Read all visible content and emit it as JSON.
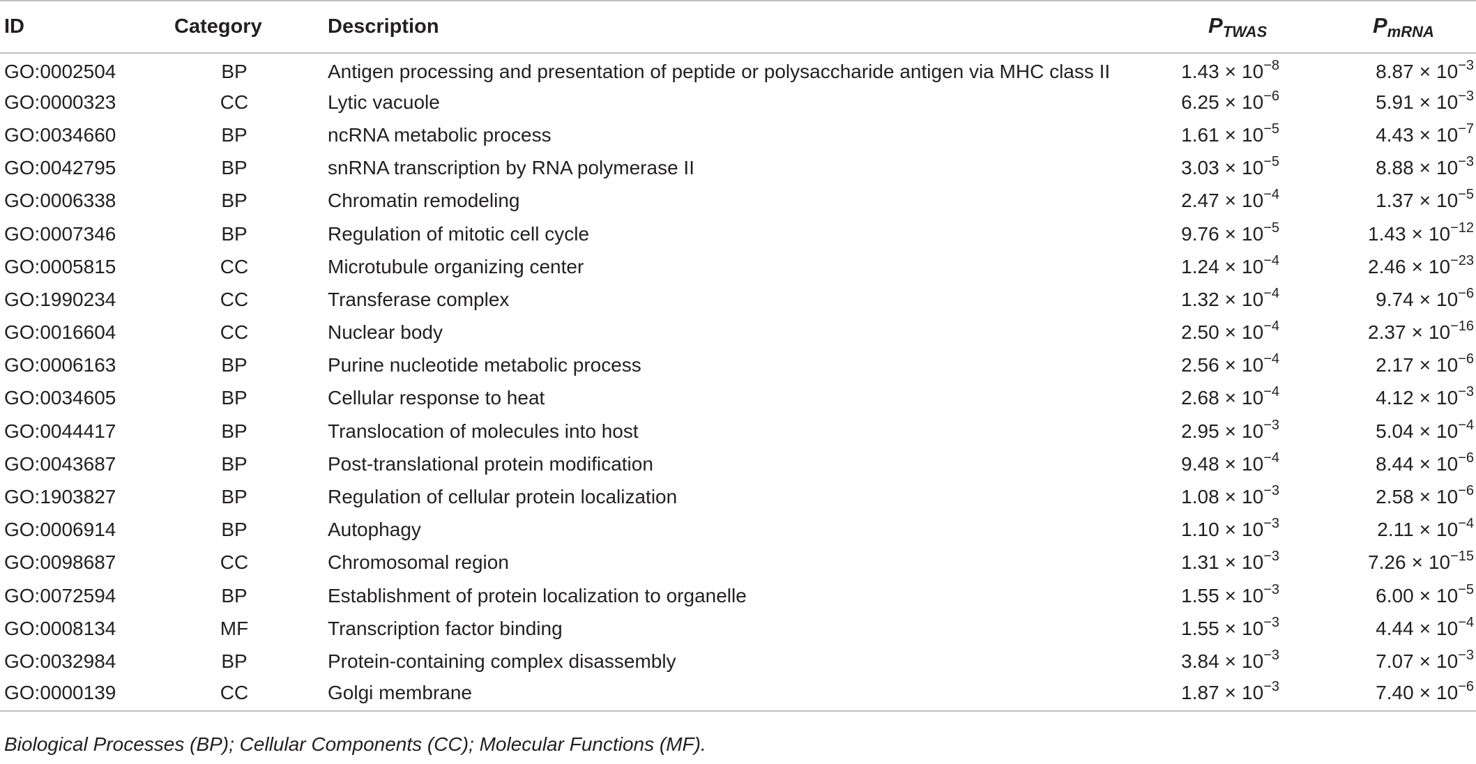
{
  "table": {
    "headers": {
      "id": "ID",
      "category": "Category",
      "description": "Description",
      "p_twas": {
        "symbol": "P",
        "subscript": "TWAS"
      },
      "p_mrna": {
        "symbol": "P",
        "subscript": "mRNA"
      }
    },
    "times_symbol": "×",
    "rows": [
      {
        "id": "GO:0002504",
        "category": "BP",
        "description": "Antigen processing and presentation of peptide or polysaccharide antigen via MHC class II",
        "p_twas": {
          "mantissa": "1.43",
          "base": "10",
          "exponent": "−8"
        },
        "p_mrna": {
          "mantissa": "8.87",
          "base": "10",
          "exponent": "−3"
        }
      },
      {
        "id": "GO:0000323",
        "category": "CC",
        "description": "Lytic vacuole",
        "p_twas": {
          "mantissa": "6.25",
          "base": "10",
          "exponent": "−6"
        },
        "p_mrna": {
          "mantissa": "5.91",
          "base": "10",
          "exponent": "−3"
        }
      },
      {
        "id": "GO:0034660",
        "category": "BP",
        "description": "ncRNA metabolic process",
        "p_twas": {
          "mantissa": "1.61",
          "base": "10",
          "exponent": "−5"
        },
        "p_mrna": {
          "mantissa": "4.43",
          "base": "10",
          "exponent": "−7"
        }
      },
      {
        "id": "GO:0042795",
        "category": "BP",
        "description": "snRNA transcription by RNA polymerase II",
        "p_twas": {
          "mantissa": "3.03",
          "base": "10",
          "exponent": "−5"
        },
        "p_mrna": {
          "mantissa": "8.88",
          "base": "10",
          "exponent": "−3"
        }
      },
      {
        "id": "GO:0006338",
        "category": "BP",
        "description": "Chromatin remodeling",
        "p_twas": {
          "mantissa": "2.47",
          "base": "10",
          "exponent": "−4"
        },
        "p_mrna": {
          "mantissa": "1.37",
          "base": "10",
          "exponent": "−5"
        }
      },
      {
        "id": "GO:0007346",
        "category": "BP",
        "description": "Regulation of mitotic cell cycle",
        "p_twas": {
          "mantissa": "9.76",
          "base": "10",
          "exponent": "−5"
        },
        "p_mrna": {
          "mantissa": "1.43",
          "base": "10",
          "exponent": "−12"
        }
      },
      {
        "id": "GO:0005815",
        "category": "CC",
        "description": "Microtubule organizing center",
        "p_twas": {
          "mantissa": "1.24",
          "base": "10",
          "exponent": "−4"
        },
        "p_mrna": {
          "mantissa": "2.46",
          "base": "10",
          "exponent": "−23"
        }
      },
      {
        "id": "GO:1990234",
        "category": "CC",
        "description": "Transferase complex",
        "p_twas": {
          "mantissa": "1.32",
          "base": "10",
          "exponent": "−4"
        },
        "p_mrna": {
          "mantissa": "9.74",
          "base": "10",
          "exponent": "−6"
        }
      },
      {
        "id": "GO:0016604",
        "category": "CC",
        "description": "Nuclear body",
        "p_twas": {
          "mantissa": "2.50",
          "base": "10",
          "exponent": "−4"
        },
        "p_mrna": {
          "mantissa": "2.37",
          "base": "10",
          "exponent": "−16"
        }
      },
      {
        "id": "GO:0006163",
        "category": "BP",
        "description": "Purine nucleotide metabolic process",
        "p_twas": {
          "mantissa": "2.56",
          "base": "10",
          "exponent": "−4"
        },
        "p_mrna": {
          "mantissa": "2.17",
          "base": "10",
          "exponent": "−6"
        }
      },
      {
        "id": "GO:0034605",
        "category": "BP",
        "description": "Cellular response to heat",
        "p_twas": {
          "mantissa": "2.68",
          "base": "10",
          "exponent": "−4"
        },
        "p_mrna": {
          "mantissa": "4.12",
          "base": "10",
          "exponent": "−3"
        }
      },
      {
        "id": "GO:0044417",
        "category": "BP",
        "description": "Translocation of molecules into host",
        "p_twas": {
          "mantissa": "2.95",
          "base": "10",
          "exponent": "−3"
        },
        "p_mrna": {
          "mantissa": "5.04",
          "base": "10",
          "exponent": "−4"
        }
      },
      {
        "id": "GO:0043687",
        "category": "BP",
        "description": "Post-translational protein modification",
        "p_twas": {
          "mantissa": "9.48",
          "base": "10",
          "exponent": "−4"
        },
        "p_mrna": {
          "mantissa": "8.44",
          "base": "10",
          "exponent": "−6"
        }
      },
      {
        "id": "GO:1903827",
        "category": "BP",
        "description": "Regulation of cellular protein localization",
        "p_twas": {
          "mantissa": "1.08",
          "base": "10",
          "exponent": "−3"
        },
        "p_mrna": {
          "mantissa": "2.58",
          "base": "10",
          "exponent": "−6"
        }
      },
      {
        "id": "GO:0006914",
        "category": "BP",
        "description": "Autophagy",
        "p_twas": {
          "mantissa": "1.10",
          "base": "10",
          "exponent": "−3"
        },
        "p_mrna": {
          "mantissa": "2.11",
          "base": "10",
          "exponent": "−4"
        }
      },
      {
        "id": "GO:0098687",
        "category": "CC",
        "description": "Chromosomal region",
        "p_twas": {
          "mantissa": "1.31",
          "base": "10",
          "exponent": "−3"
        },
        "p_mrna": {
          "mantissa": "7.26",
          "base": "10",
          "exponent": "−15"
        }
      },
      {
        "id": "GO:0072594",
        "category": "BP",
        "description": "Establishment of protein localization to organelle",
        "p_twas": {
          "mantissa": "1.55",
          "base": "10",
          "exponent": "−3"
        },
        "p_mrna": {
          "mantissa": "6.00",
          "base": "10",
          "exponent": "−5"
        }
      },
      {
        "id": "GO:0008134",
        "category": "MF",
        "description": "Transcription factor binding",
        "p_twas": {
          "mantissa": "1.55",
          "base": "10",
          "exponent": "−3"
        },
        "p_mrna": {
          "mantissa": "4.44",
          "base": "10",
          "exponent": "−4"
        }
      },
      {
        "id": "GO:0032984",
        "category": "BP",
        "description": "Protein-containing complex disassembly",
        "p_twas": {
          "mantissa": "3.84",
          "base": "10",
          "exponent": "−3"
        },
        "p_mrna": {
          "mantissa": "7.07",
          "base": "10",
          "exponent": "−3"
        }
      },
      {
        "id": "GO:0000139",
        "category": "CC",
        "description": "Golgi membrane",
        "p_twas": {
          "mantissa": "1.87",
          "base": "10",
          "exponent": "−3"
        },
        "p_mrna": {
          "mantissa": "7.40",
          "base": "10",
          "exponent": "−6"
        }
      }
    ]
  },
  "footnote": "Biological Processes (BP); Cellular Components (CC); Molecular Functions (MF)."
}
